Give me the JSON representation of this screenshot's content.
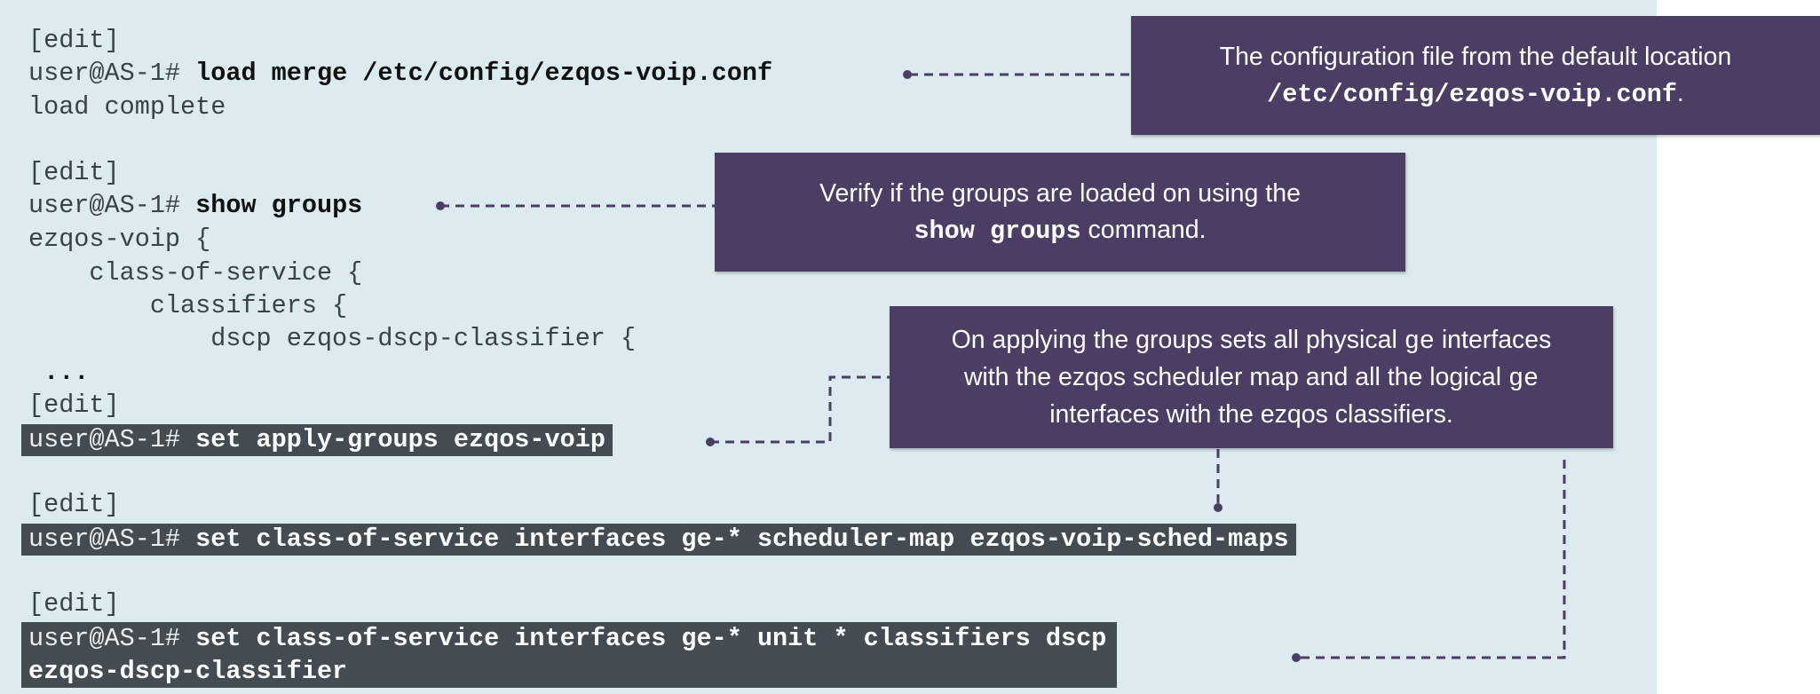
{
  "terminal": {
    "prompt": "user@AS-1#",
    "block1": {
      "edit": "[edit]",
      "command": "load merge /etc/config/ezqos-voip.conf",
      "output": "load complete"
    },
    "block2": {
      "edit": "[edit]",
      "command": "show groups",
      "output": [
        "ezqos-voip {",
        "    class-of-service {",
        "        classifiers {",
        "            dscp ezqos-dscp-classifier {",
        " ..."
      ]
    },
    "block3": {
      "edit": "[edit]",
      "command": "set apply-groups ezqos-voip"
    },
    "block4": {
      "edit": "[edit]",
      "command": "set class-of-service interfaces ge-* scheduler-map ezqos-voip-sched-maps"
    },
    "block5": {
      "edit": "[edit]",
      "command": "set class-of-service interfaces ge-* unit * classifiers dscp",
      "command_cont": "ezqos-dscp-classifier"
    }
  },
  "callouts": {
    "load_merge": {
      "line1": "The configuration file from the default location",
      "path": "/etc/config/ezqos-voip.conf",
      "suffix": "."
    },
    "show_groups": {
      "line1": "Verify if the groups are loaded on using the",
      "cmd": "show groups",
      "suffix": " command."
    },
    "apply_groups": {
      "t1": "On applying the groups sets all physical ",
      "ge1": "ge",
      "t2": " interfaces",
      "t3": "with the ezqos scheduler map and all the logical ",
      "ge2": "ge",
      "t4": "interfaces with the ezqos classifiers."
    }
  },
  "colors": {
    "panel_bg": "#dcebef",
    "highlight_bg": "#434c53",
    "callout_bg": "#4b3d63",
    "connector": "#4b3d63"
  }
}
